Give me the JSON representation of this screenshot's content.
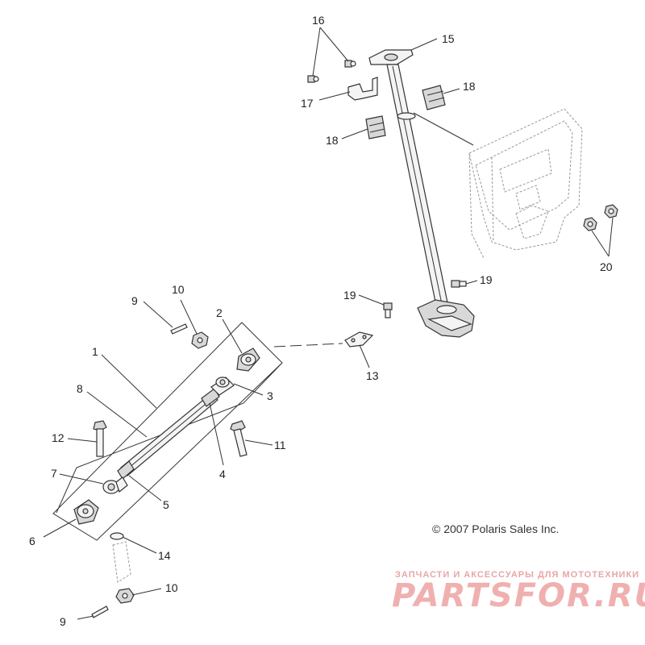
{
  "callouts": [
    {
      "id": "1",
      "label": "1"
    },
    {
      "id": "2",
      "label": "2"
    },
    {
      "id": "3",
      "label": "3"
    },
    {
      "id": "4",
      "label": "4"
    },
    {
      "id": "5",
      "label": "5"
    },
    {
      "id": "6",
      "label": "6"
    },
    {
      "id": "7",
      "label": "7"
    },
    {
      "id": "8",
      "label": "8"
    },
    {
      "id": "9a",
      "label": "9"
    },
    {
      "id": "9b",
      "label": "9"
    },
    {
      "id": "10a",
      "label": "10"
    },
    {
      "id": "10b",
      "label": "10"
    },
    {
      "id": "11",
      "label": "11"
    },
    {
      "id": "12",
      "label": "12"
    },
    {
      "id": "13",
      "label": "13"
    },
    {
      "id": "14",
      "label": "14"
    },
    {
      "id": "15",
      "label": "15"
    },
    {
      "id": "16",
      "label": "16"
    },
    {
      "id": "17",
      "label": "17"
    },
    {
      "id": "18a",
      "label": "18"
    },
    {
      "id": "18b",
      "label": "18"
    },
    {
      "id": "19a",
      "label": "19"
    },
    {
      "id": "19b",
      "label": "19"
    },
    {
      "id": "20",
      "label": "20"
    }
  ],
  "copyright": "© 2007 Polaris Sales Inc.",
  "watermark": {
    "tagline": "ЗАПЧАСТИ И АКСЕССУАРЫ ДЛЯ МОТОТЕХНИКИ",
    "brand": "PARTSFOR.RU"
  }
}
